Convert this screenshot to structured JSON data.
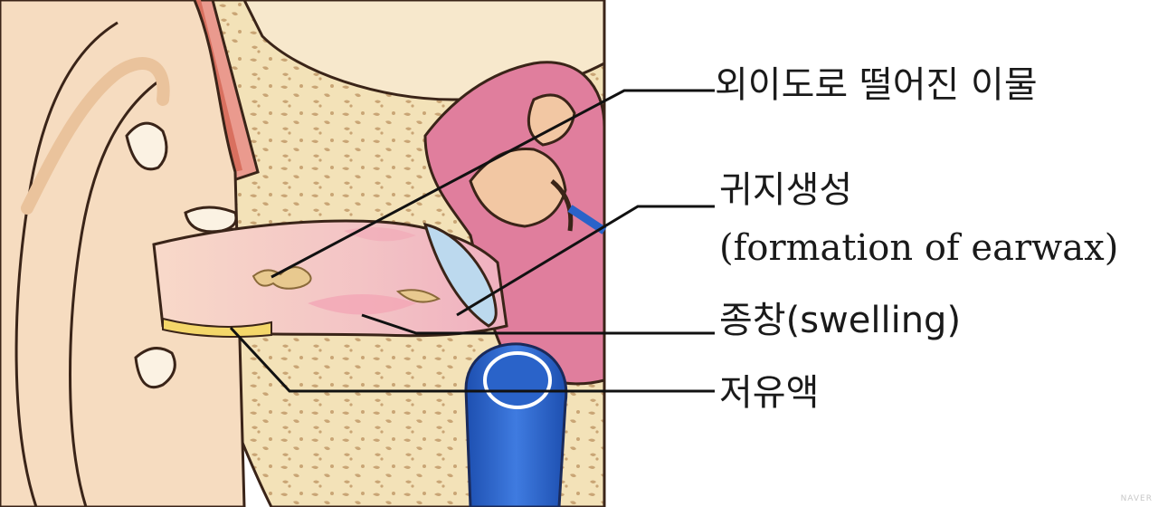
{
  "labels": {
    "foreign_body": "외이도로 떨어진 이물",
    "earwax": "귀지생성",
    "earwax_en": "(formation of earwax)",
    "swelling": "종창(swelling)",
    "effusion": "저유액"
  },
  "watermark": "NAVER",
  "colors": {
    "skin": "#f6dcc0",
    "skin_dark": "#eac39c",
    "bone": "#f3e2b8",
    "bone_spots": "#c9a575",
    "canal": "#f7d2c4",
    "inflamed": "#f2a6b5",
    "middle_ear": "#e07e9d",
    "vein": "#2a63c9",
    "fluid": "#f4d76a",
    "eardrum": "#bcd9ee",
    "outline": "#3a2418",
    "leader": "#111111"
  }
}
